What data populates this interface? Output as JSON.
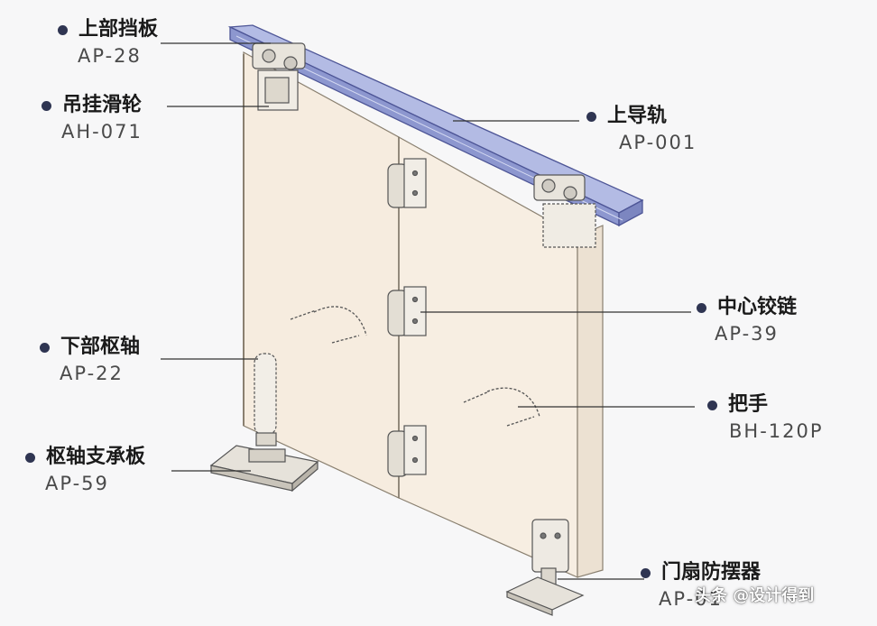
{
  "labels": [
    {
      "name": "上部挡板",
      "code": "AP-28"
    },
    {
      "name": "吊挂滑轮",
      "code": "AH-071"
    },
    {
      "name": "上导轨",
      "code": "AP-001"
    },
    {
      "name": "中心铰链",
      "code": "AP-39"
    },
    {
      "name": "下部枢轴",
      "code": "AP-22"
    },
    {
      "name": "把手",
      "code": "BH-120P"
    },
    {
      "name": "枢轴支承板",
      "code": "AP-59"
    },
    {
      "name": "门扇防摆器",
      "code": "AP-01"
    }
  ],
  "watermark": "头条 @设计得到",
  "colors": {
    "background": "#f7f7f8",
    "door_panel": "#f6ecdf",
    "rail": "#9aa4d6",
    "dot": "#2f3552",
    "leader_line": "#333333"
  }
}
